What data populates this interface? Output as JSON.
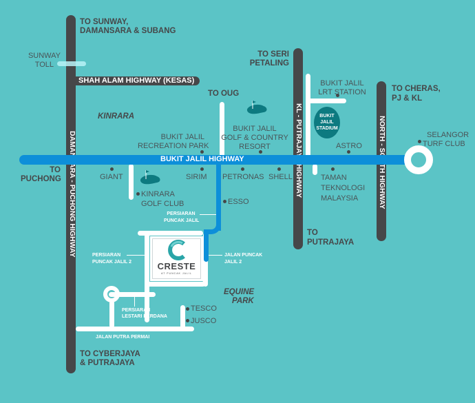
{
  "map_title": "Creste at Puncak Jalil location map",
  "colors": {
    "background": "#5bc4c6",
    "highway_dark": "#464749",
    "highway_blue": "#0d8fd9",
    "local_road": "#ffffff",
    "park_teal": "#0d7a80",
    "toll_highlight": "#b8f2f6"
  },
  "highways": {
    "damansara_puchong": "DAMANSARA - PUCHONG HIGHWAY",
    "kesas": "SHAH ALAM HIGHWAY (KESAS)",
    "bukit_jalil": "BUKIT JALIL HIGHWAY",
    "kl_putrajaya": "KL - PUTRAJAYA HIGHWAY",
    "north_south": "NORTH - SOUTH HIGHWAY"
  },
  "directions": {
    "to_sunway": [
      "TO SUNWAY,",
      "DAMANSARA & SUBANG"
    ],
    "to_seri_petaling": [
      "TO SERI",
      "PETALING"
    ],
    "to_oug": "TO OUG",
    "to_cheras": [
      "TO CHERAS,",
      "PJ & KL"
    ],
    "to_puchong": [
      "TO",
      "PUCHONG"
    ],
    "to_putrajaya": [
      "TO",
      "PUTRAJAYA"
    ],
    "to_cyberjaya": [
      "TO CYBERJAYA",
      "& PUTRAJAYA"
    ]
  },
  "areas": {
    "kinrara": "KINRARA",
    "equine_park": [
      "EQUINE",
      "PARK"
    ]
  },
  "landmarks": {
    "sunway_toll": [
      "SUNWAY",
      "TOLL"
    ],
    "bukit_jalil_recreation_park": [
      "BUKIT JALIL",
      "RECREATION PARK"
    ],
    "bukit_jalil_golf": [
      "BUKIT JALIL",
      "GOLF & COUNTRY",
      "RESORT"
    ],
    "bukit_jalil_lrt": [
      "BUKIT JALIL",
      "LRT STATION"
    ],
    "bukit_jalil_stadium": [
      "BUKIT",
      "JALIL",
      "STADIUM"
    ],
    "astro": "ASTRO",
    "selangor_turf_club": [
      "SELANGOR",
      "TURF CLUB"
    ],
    "giant": "GIANT",
    "sirim": "SIRIM",
    "petronas": "PETRONAS",
    "shell": "SHELL",
    "taman_teknologi": [
      "TAMAN",
      "TEKNOLOGI",
      "MALAYSIA"
    ],
    "kinrara_golf": [
      "KINRARA",
      "GOLF CLUB"
    ],
    "esso": "ESSO",
    "tesco": "TESCO",
    "jusco": "JUSCO"
  },
  "local_roads": {
    "persiaran_puncak_jalil": [
      "PERSIARAN",
      "PUNCAK JALIL"
    ],
    "persiaran_puncak_jalil_2": [
      "PERSIARAN",
      "PUNCAK JALIL 2"
    ],
    "jalan_puncak_jalil_2": [
      "JALAN PUNCAK",
      "JALIL 2"
    ],
    "persiaran_lestari_perdana": [
      "PERSIARAN",
      "LESTARI PERDANA"
    ],
    "jalan_putra_permai": "JALAN PUTRA PERMAI"
  },
  "project": {
    "logo_letter": "C",
    "name": "CRESTE",
    "tagline": "AT PUNCAK JALIL"
  }
}
